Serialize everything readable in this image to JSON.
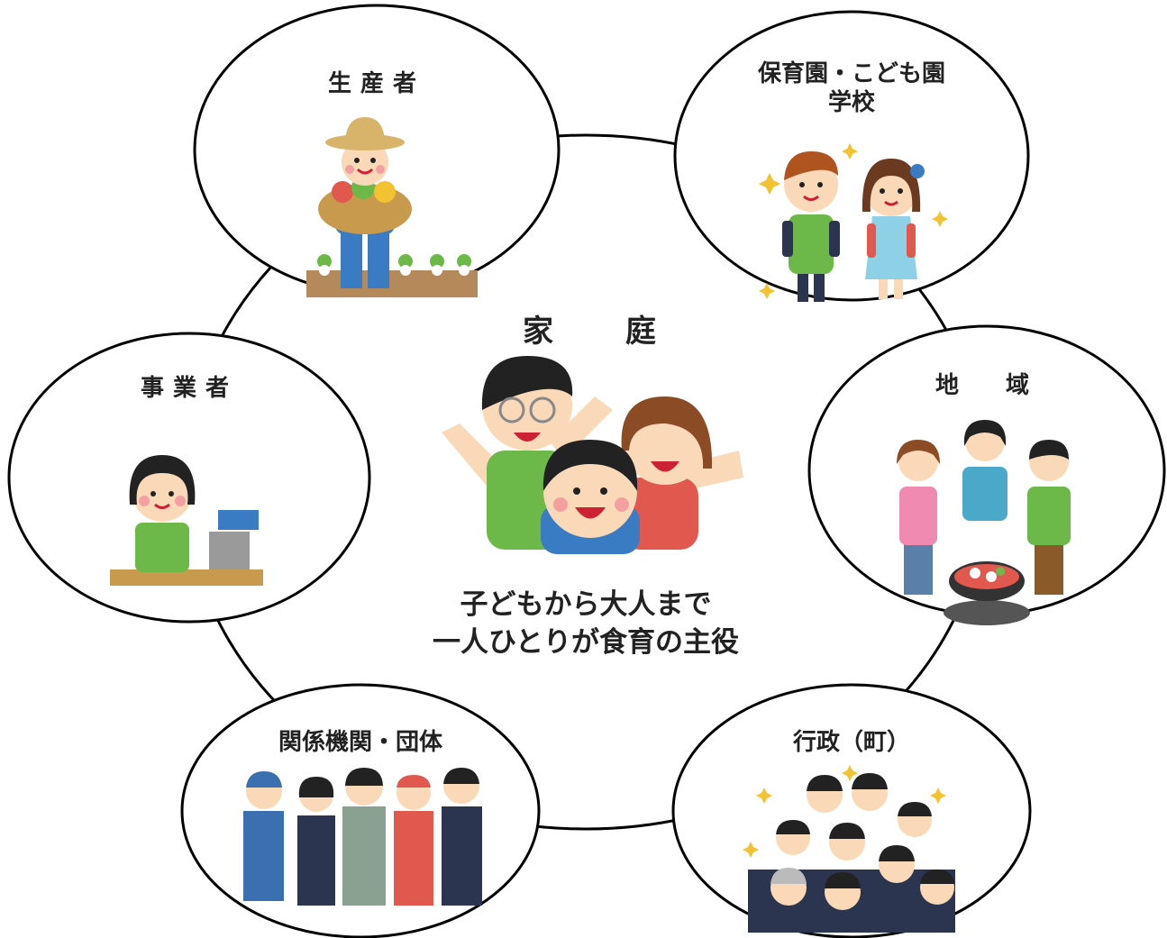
{
  "center": {
    "title_left": "家",
    "title_right": "庭",
    "tagline_line1": "子どもから大人まで",
    "tagline_line2": "一人ひとりが食育の主役"
  },
  "nodes": {
    "producer": {
      "label": "生産者"
    },
    "school": {
      "label_line1": "保育園・こども園",
      "label_line2": "学校"
    },
    "business": {
      "label": "事業者"
    },
    "community": {
      "label_left": "地",
      "label_right": "域"
    },
    "organizations": {
      "label": "関係機関・団体"
    },
    "government": {
      "label": "行政（町）"
    }
  },
  "colors": {
    "stroke": "#000000",
    "text": "#222222",
    "skin": "#f9d9b8",
    "soil": "#b48a5a",
    "green": "#6cb94a",
    "blue": "#3a7cc4",
    "red": "#e0584e",
    "pink": "#f08ab0",
    "navy": "#2c3550",
    "gray": "#9a9a9a",
    "yellow": "#f2c230"
  }
}
